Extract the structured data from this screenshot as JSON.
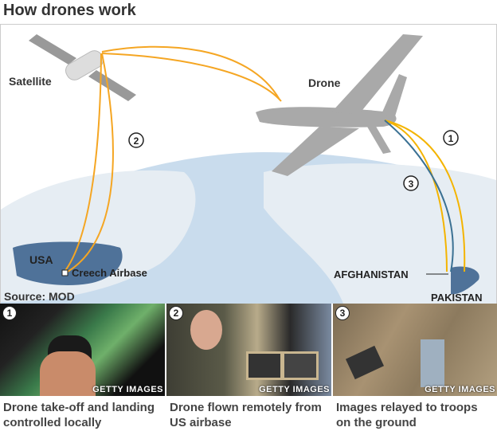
{
  "title": "How drones work",
  "diagram": {
    "labels": {
      "satellite": "Satellite",
      "drone": "Drone",
      "usa": "USA",
      "base": "Creech Airbase",
      "afghanistan": "AFGHANISTAN",
      "pakistan": "PAKISTAN",
      "source": "Source: MOD"
    },
    "badges": [
      "1",
      "2",
      "3"
    ],
    "colors": {
      "link_orange": "#f5a623",
      "link_yellow": "#f4b400",
      "link_blue": "#3b7193",
      "ocean": "#c9dced",
      "land": "#e8eef4",
      "usa": "#4f7299"
    }
  },
  "panels": [
    {
      "number": "1",
      "credit": "GETTY IMAGES",
      "caption": "Drone take-off and landing controlled locally"
    },
    {
      "number": "2",
      "credit": "GETTY IMAGES",
      "caption": "Drone flown remotely from US airbase"
    },
    {
      "number": "3",
      "credit": "GETTY IMAGES",
      "caption": "Images relayed to troops on the ground"
    }
  ]
}
